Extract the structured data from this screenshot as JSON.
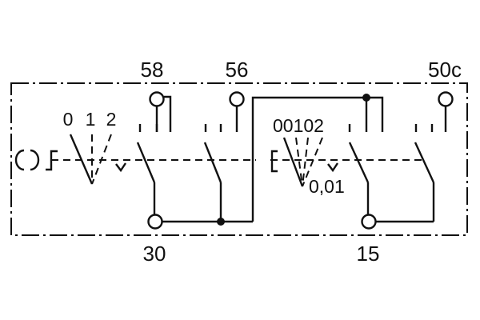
{
  "terminals": {
    "t58": "58",
    "t56": "56",
    "t50c": "50c",
    "t30": "30",
    "t15": "15"
  },
  "switch_left": {
    "pos_0": "0",
    "pos_1": "1",
    "pos_2": "2"
  },
  "switch_right": {
    "positions": "00102",
    "extra_position": "0,01"
  }
}
